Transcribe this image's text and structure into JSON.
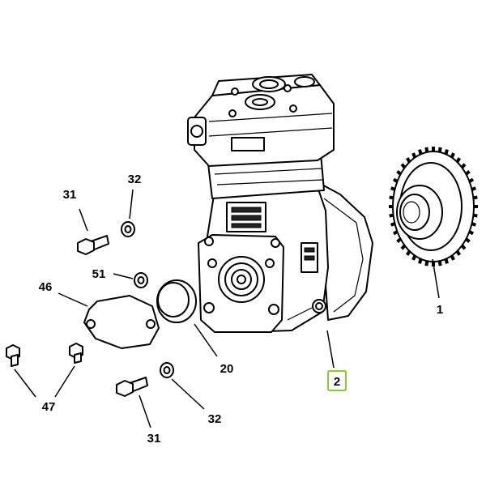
{
  "diagram": {
    "callouts": [
      {
        "id": "c31a",
        "label": "31"
      },
      {
        "id": "c32a",
        "label": "32"
      },
      {
        "id": "c51",
        "label": "51"
      },
      {
        "id": "c46",
        "label": "46"
      },
      {
        "id": "c47",
        "label": "47"
      },
      {
        "id": "c20",
        "label": "20"
      },
      {
        "id": "c31b",
        "label": "31"
      },
      {
        "id": "c32b",
        "label": "32"
      },
      {
        "id": "c1",
        "label": "1"
      },
      {
        "id": "c2",
        "label": "2"
      }
    ],
    "selected_callout": "2",
    "colors": {
      "highlight": "#8dc63f",
      "line": "#000000",
      "background": "#ffffff"
    },
    "icons": [
      "bolt-icon",
      "washer-icon",
      "gear-icon",
      "cover-plate-icon",
      "compressor-icon"
    ]
  }
}
